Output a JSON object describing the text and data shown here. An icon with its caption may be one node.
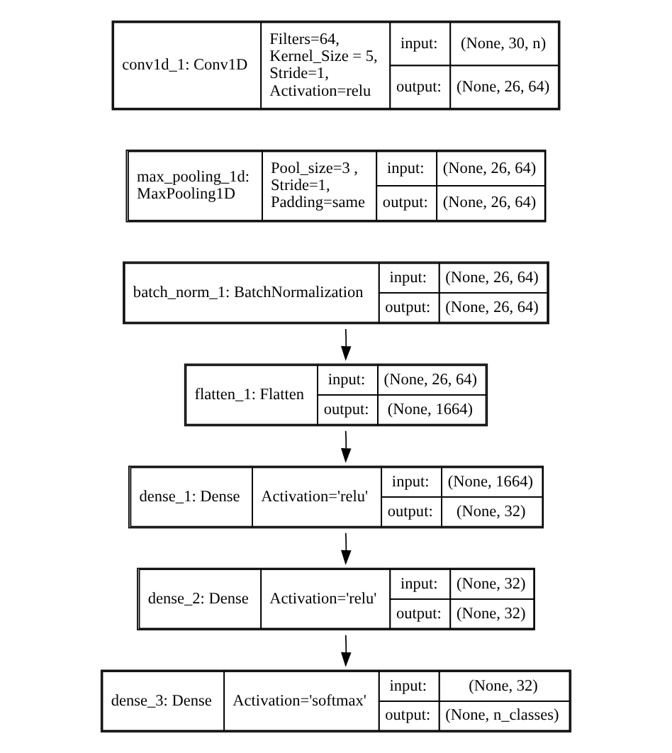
{
  "diagram": {
    "nodes": [
      {
        "text": [
          "conv1d_1: Conv1D",
          "Filters=64, Kernel_Size = 5, Stride=1, Activation=relu",
          "input:",
          "(None, 30, n)",
          "output:",
          "(None, 26, 64)"
        ]
      },
      {
        "text": [
          "max_pooling_1d: MaxPooling1D",
          "Pool_size=3 , Stride=1, Padding=same",
          "input:",
          "(None, 26, 64)",
          "output:",
          "(None, 26, 64)"
        ]
      },
      {
        "text": [
          "batch_norm_1: BatchNormalization",
          "input:",
          "(None, 26, 64)",
          "output:",
          "(None, 26, 64)"
        ]
      },
      {
        "text": [
          "flatten_1: Flatten",
          "input:",
          "(None, 26, 64)",
          "output:",
          "(None, 1664)"
        ]
      },
      {
        "text": [
          "dense_1: Dense",
          "Activation='relu'",
          "input:",
          "(None, 1664)",
          "output:",
          "(None, 32)"
        ]
      },
      {
        "text": [
          "dense_2: Dense",
          "Activation='relu'",
          "input:",
          "(None, 32)",
          "output:",
          "(None, 32)"
        ]
      },
      {
        "text": [
          "dense_3: Dense",
          "Activation='softmax'",
          "input:",
          "(None, 32)",
          "output:",
          "(None, n_classes)"
        ]
      }
    ],
    "edges": [
      {
        "from": 2,
        "to": 3,
        "arrow": "to"
      },
      {
        "from": 3,
        "to": 4,
        "arrow": "to"
      },
      {
        "from": 4,
        "to": 5,
        "arrow": "to"
      },
      {
        "from": 5,
        "to": 6,
        "arrow": "to"
      }
    ]
  }
}
